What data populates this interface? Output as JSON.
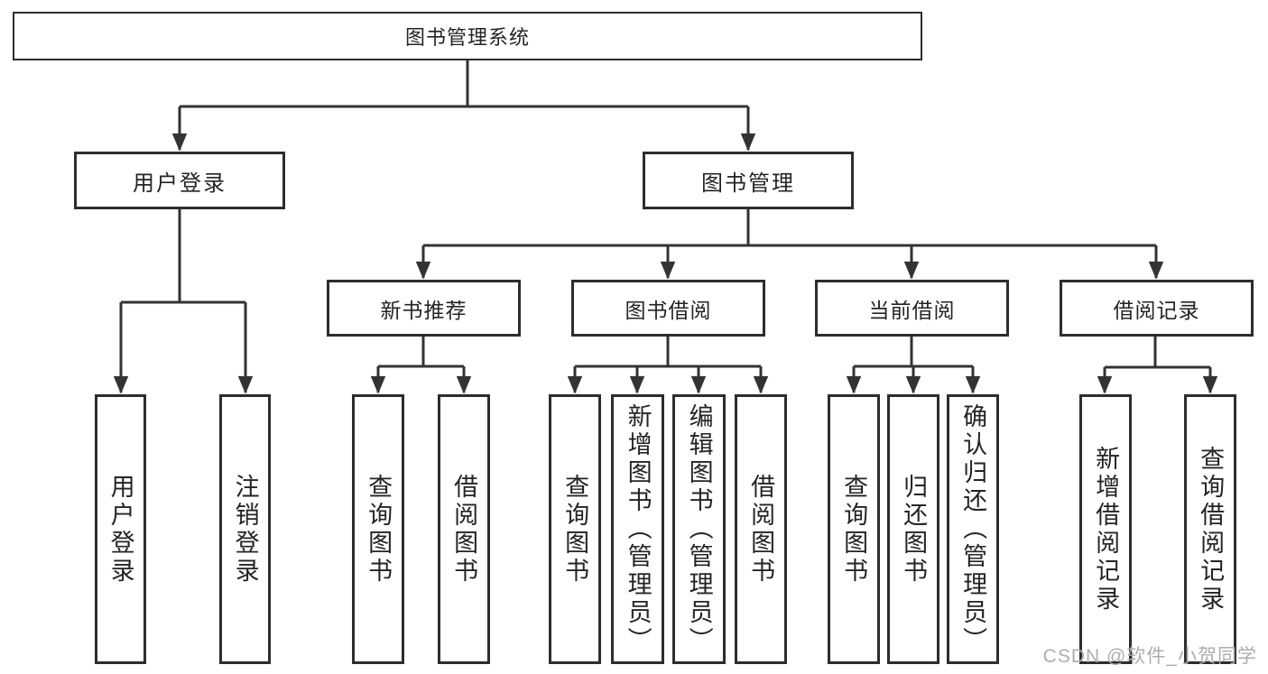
{
  "diagram": {
    "root": {
      "label": "图书管理系统"
    },
    "branches": [
      {
        "label": "用户登录",
        "children": [
          {
            "label": "用户登录"
          },
          {
            "label": "注销登录"
          }
        ]
      },
      {
        "label": "图书管理",
        "sections": [
          {
            "label": "新书推荐",
            "children": [
              {
                "label": "查询图书"
              },
              {
                "label": "借阅图书"
              }
            ]
          },
          {
            "label": "图书借阅",
            "children": [
              {
                "label": "查询图书"
              },
              {
                "label": "新增图书（管理员）"
              },
              {
                "label": "编辑图书（管理员）"
              },
              {
                "label": "借阅图书"
              }
            ]
          },
          {
            "label": "当前借阅",
            "children": [
              {
                "label": "查询图书"
              },
              {
                "label": "归还图书"
              },
              {
                "label": "确认归还（管理员）"
              }
            ]
          },
          {
            "label": "借阅记录",
            "children": [
              {
                "label": "新增借阅记录"
              },
              {
                "label": "查询借阅记录"
              }
            ]
          }
        ]
      }
    ]
  },
  "watermark": {
    "text": "CSDN @软件_小贺同学"
  },
  "colors": {
    "line": "#333333",
    "box_border": "#2d2d2d",
    "text": "#242424",
    "background": "#ffffff",
    "watermark": "#adadad"
  }
}
